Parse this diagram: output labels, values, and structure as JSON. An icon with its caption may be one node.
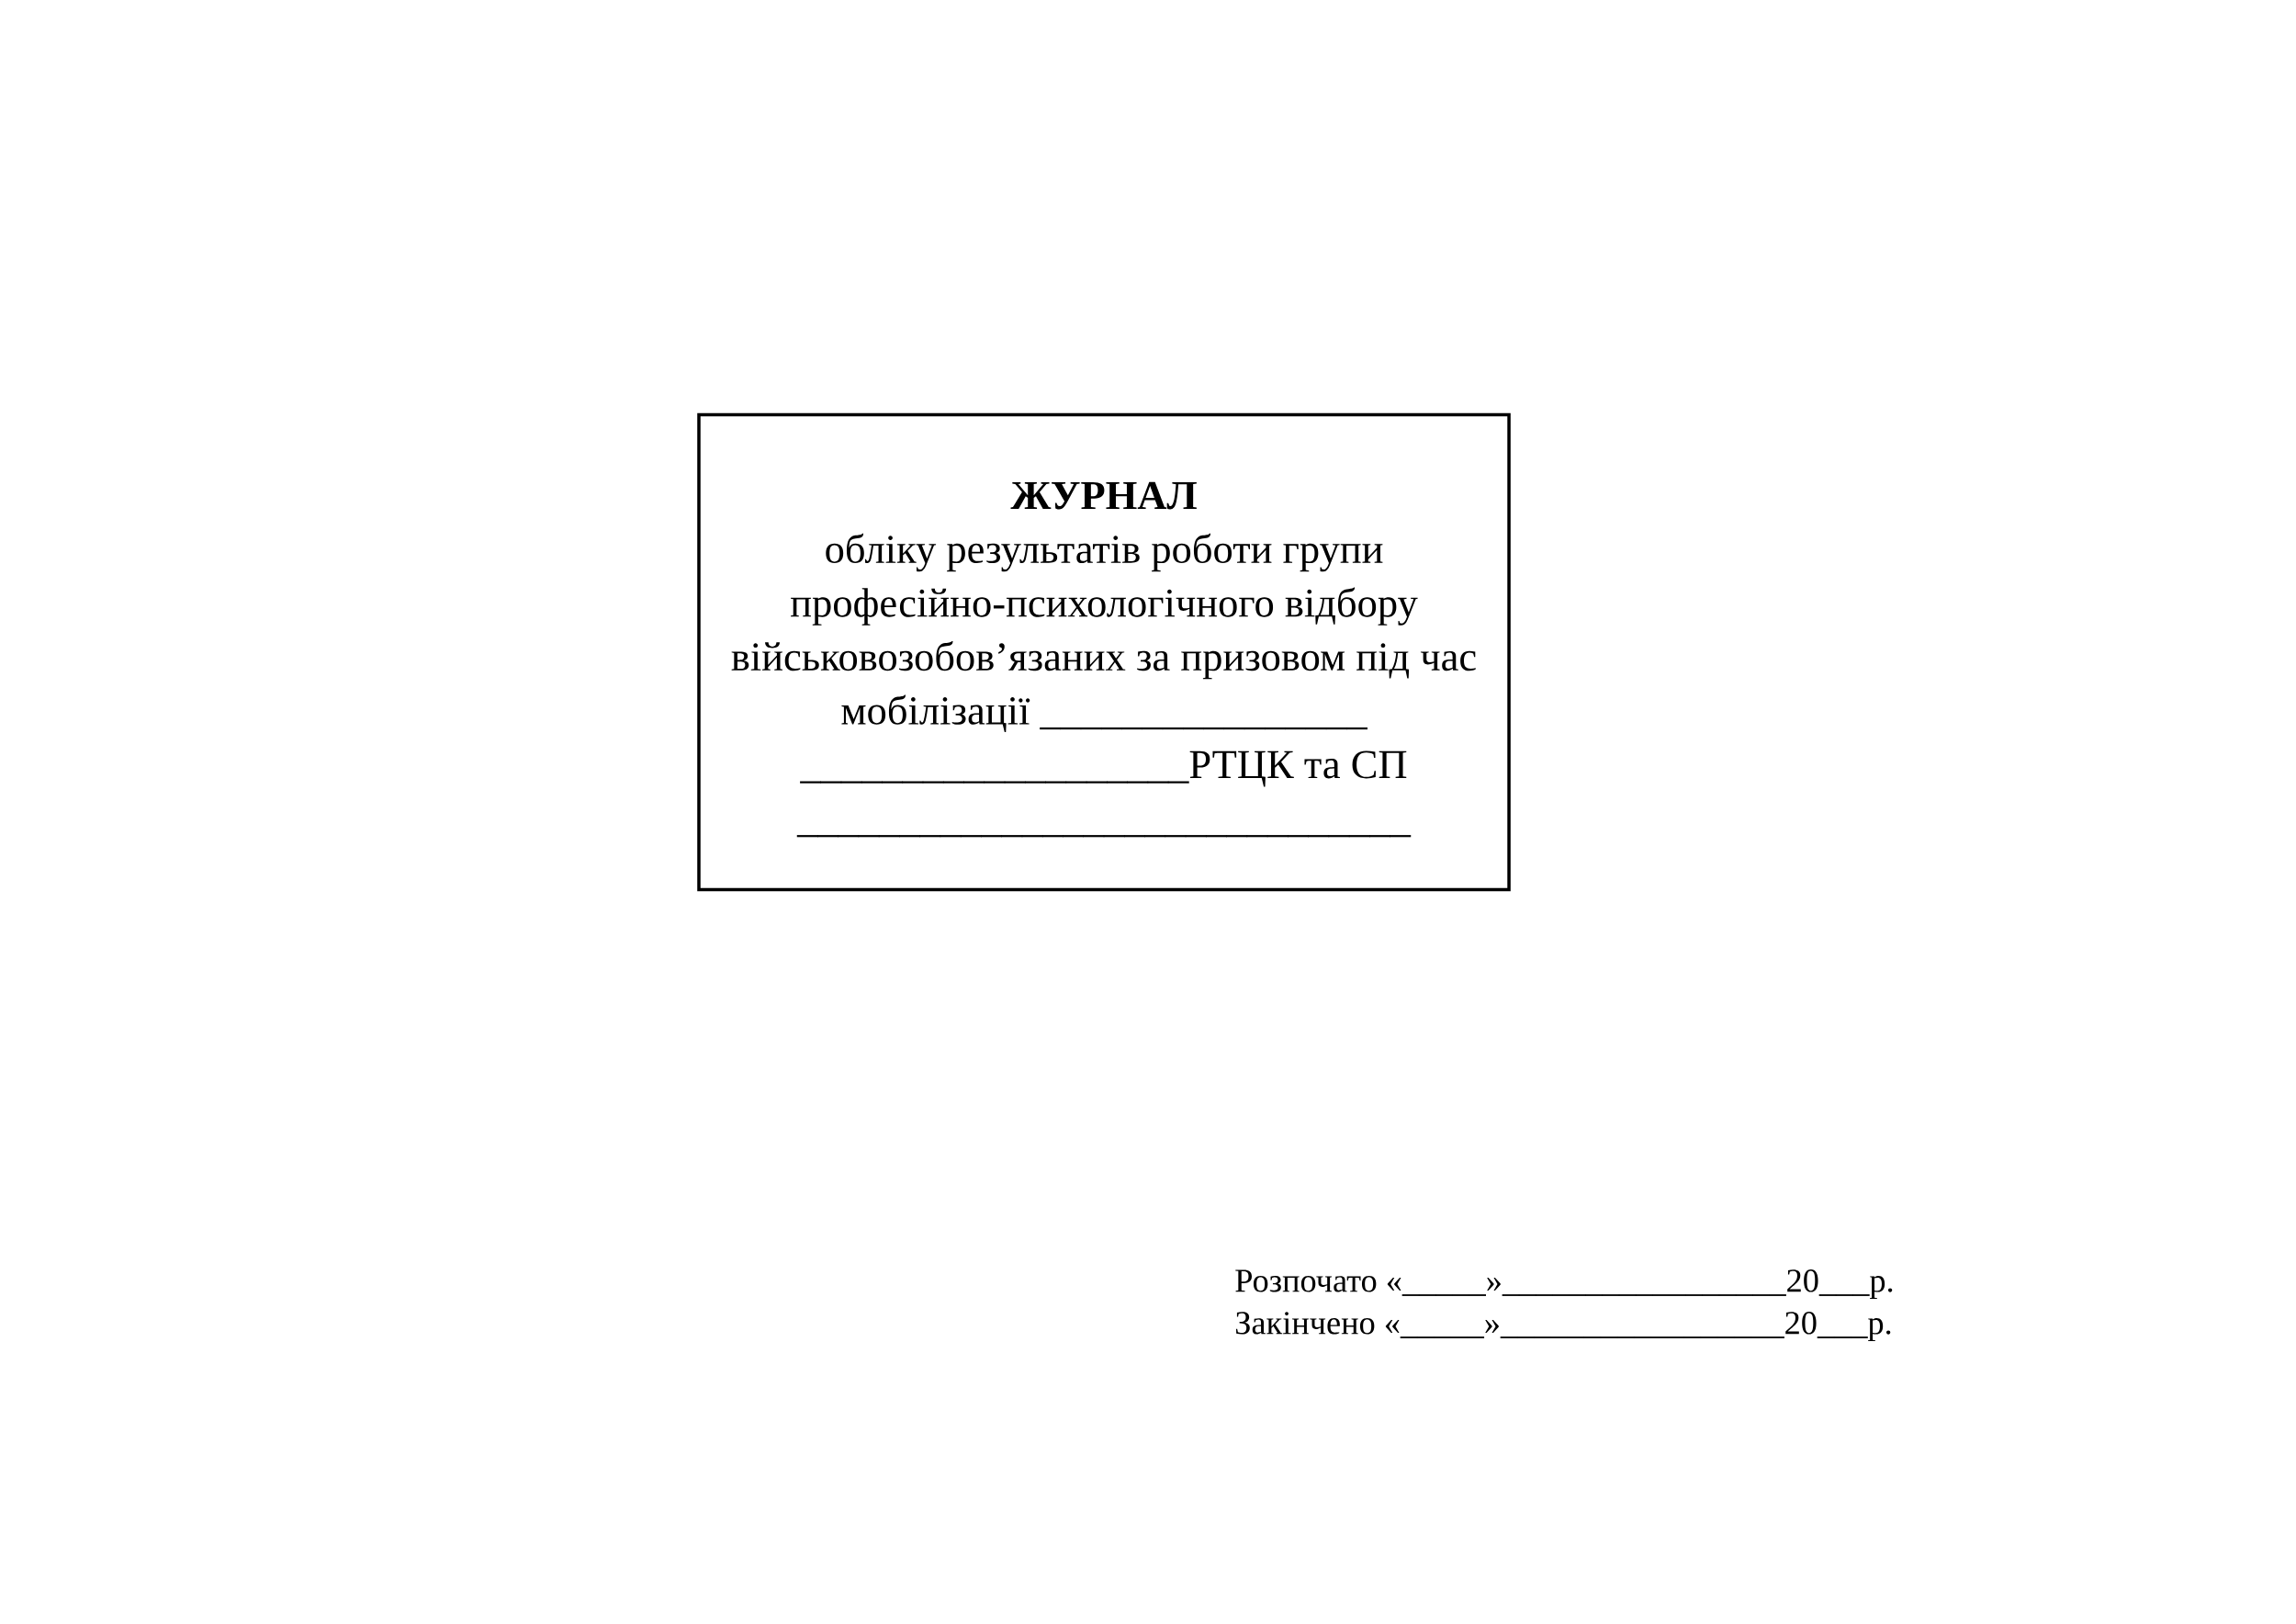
{
  "diagram": {
    "nodes": [
      {
        "text": [
          "ЖУРНАЛ",
          "обліку результатів роботи групи професійно-психологічного відбору військовозобов’язаних за призовом під час мобілізації ________________",
          "___________________РТЦК та СП",
          "______________________________"
        ]
      }
    ],
    "labels": [
      "Розпочато «_____»_________________20___р.",
      "Закінчено  «_____»_________________20___р."
    ]
  }
}
